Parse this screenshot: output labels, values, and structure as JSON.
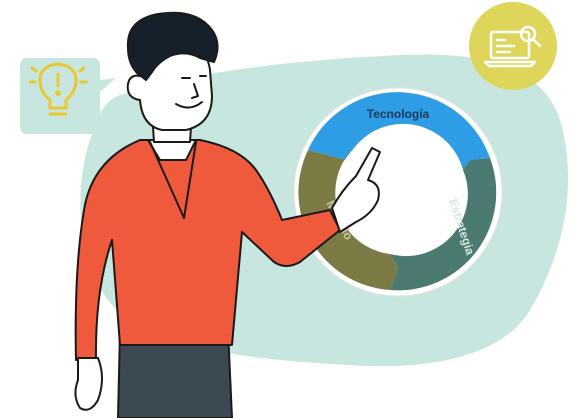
{
  "cycle": {
    "segments": [
      {
        "label": "Tecnología",
        "color": "#2f9de6",
        "text_color": "#1b3a5c"
      },
      {
        "label": "Estrategia",
        "color": "#4a7a72",
        "text_color": "#d9e6e2"
      },
      {
        "label": "Método",
        "color": "#7d7b45",
        "text_color": "#c9c59a"
      }
    ]
  },
  "colors": {
    "blob": "#c7e6df",
    "ring": "#ffffff",
    "badge": "#ddd65a",
    "bulb": "#e9c933",
    "shirt": "#ef5a3c",
    "pants": "#3b4a52",
    "hair": "#15202b",
    "skin": "#ffffff",
    "outline": "#1a1a1a"
  },
  "icons": {
    "bulb": "lightbulb-icon",
    "laptop": "laptop-search-icon"
  }
}
